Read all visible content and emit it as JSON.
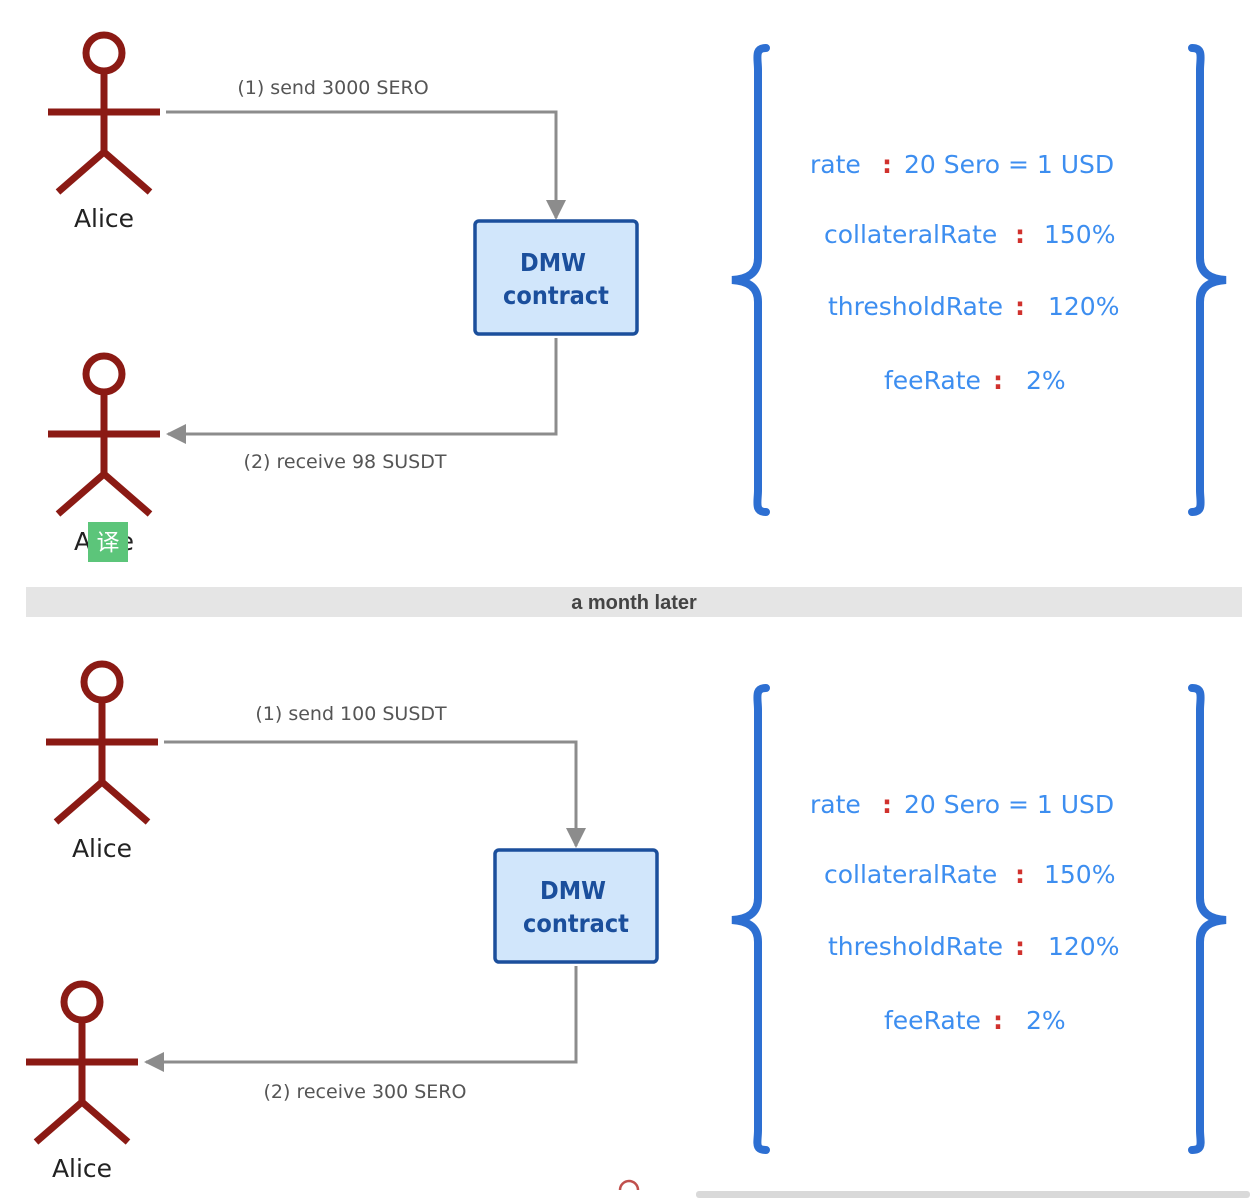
{
  "divider": {
    "label": "a month later"
  },
  "translate_badge": {
    "glyph": "译",
    "color": "#5cc57a"
  },
  "colors": {
    "actor": "#8b1a14",
    "connector": "#8c8c8c",
    "box_fill": "#d1e6fb",
    "box_border": "#1b4f9c",
    "brace": "#2d6fd2",
    "param_text": "#3d8ef0",
    "param_colon": "#d0312d",
    "divider_bg": "#e5e5e5"
  },
  "scenarios": [
    {
      "sender": {
        "name": "Alice",
        "icon": "stick-figure-icon"
      },
      "receiver": {
        "name": "Alice",
        "icon": "stick-figure-icon"
      },
      "send_label": "(1) send 3000 SERO",
      "receive_label": "(2) receive 98 SUSDT",
      "contract": {
        "line1": "DMW",
        "line2": "contract"
      },
      "params": [
        {
          "key": "rate",
          "sep": ":",
          "value": "20 Sero = 1 USD"
        },
        {
          "key": "collateralRate",
          "sep": ":",
          "value": "150%"
        },
        {
          "key": "thresholdRate",
          "sep": ":",
          "value": "120%"
        },
        {
          "key": "feeRate",
          "sep": ":",
          "value": "2%"
        }
      ]
    },
    {
      "sender": {
        "name": "Alice",
        "icon": "stick-figure-icon"
      },
      "receiver": {
        "name": "Alice",
        "icon": "stick-figure-icon"
      },
      "send_label": "(1) send 100 SUSDT",
      "receive_label": "(2) receive 300 SERO",
      "contract": {
        "line1": "DMW",
        "line2": "contract"
      },
      "params": [
        {
          "key": "rate",
          "sep": ":",
          "value": "20 Sero = 1 USD"
        },
        {
          "key": "collateralRate",
          "sep": ":",
          "value": "150%"
        },
        {
          "key": "thresholdRate",
          "sep": ":",
          "value": "120%"
        },
        {
          "key": "feeRate",
          "sep": ":",
          "value": "2%"
        }
      ]
    }
  ]
}
